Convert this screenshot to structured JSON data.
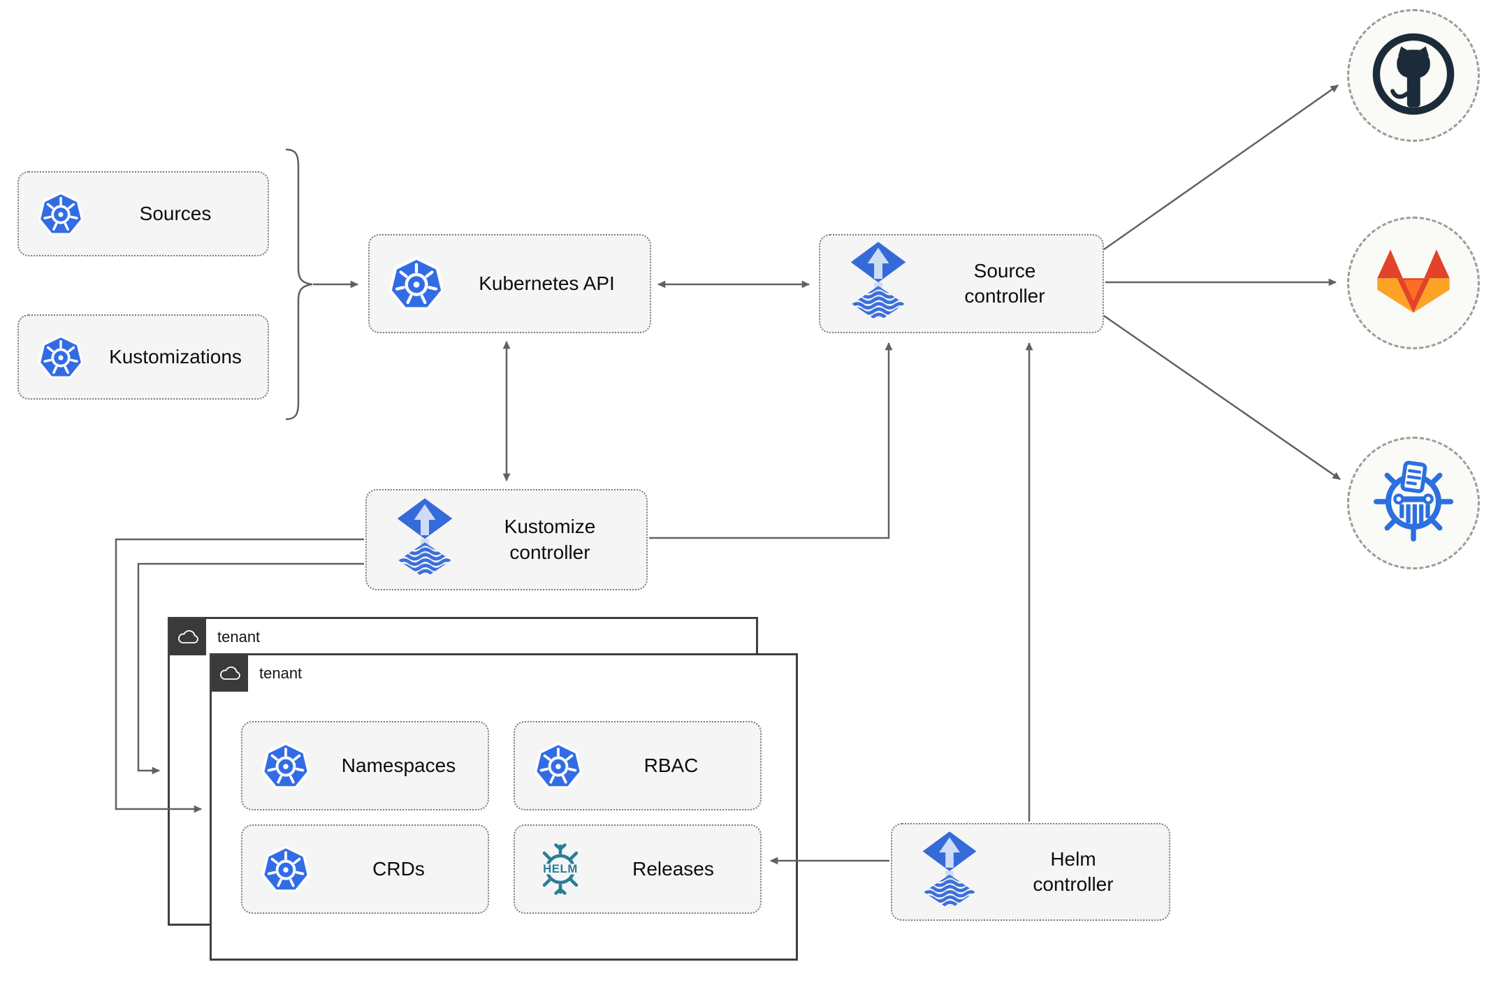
{
  "diagram": {
    "nodes": {
      "sources": {
        "label": "Sources",
        "icon": "kubernetes"
      },
      "kustomizations": {
        "label": "Kustomizations",
        "icon": "kubernetes"
      },
      "kubernetes_api": {
        "label": "Kubernetes API",
        "icon": "kubernetes"
      },
      "source_controller": {
        "label": "Source controller",
        "icon": "flux"
      },
      "kustomize_controller": {
        "label": "Kustomize controller",
        "icon": "flux"
      },
      "helm_controller": {
        "label": "Helm controller",
        "icon": "flux"
      },
      "tenant_outer": {
        "label": "tenant",
        "icon": "cloud"
      },
      "tenant_inner": {
        "label": "tenant",
        "icon": "cloud"
      },
      "namespaces": {
        "label": "Namespaces",
        "icon": "kubernetes"
      },
      "rbac": {
        "label": "RBAC",
        "icon": "kubernetes"
      },
      "crds": {
        "label": "CRDs",
        "icon": "kubernetes"
      },
      "releases": {
        "label": "Releases",
        "icon": "helm"
      },
      "github": {
        "icon": "github"
      },
      "gitlab": {
        "icon": "gitlab"
      },
      "chart_repository": {
        "icon": "chart-repository"
      }
    },
    "releases_logo_text": "HELM",
    "edges": [
      {
        "from": "sources+kustomizations",
        "to": "kubernetes_api",
        "arrow": "end"
      },
      {
        "from": "kubernetes_api",
        "to": "source_controller",
        "arrow": "both"
      },
      {
        "from": "kubernetes_api",
        "to": "kustomize_controller",
        "arrow": "both"
      },
      {
        "from": "kustomize_controller",
        "to": "source_controller",
        "arrow": "end"
      },
      {
        "from": "kustomize_controller",
        "to": "tenant_outer",
        "arrow": "end"
      },
      {
        "from": "kustomize_controller",
        "to": "tenant_inner",
        "arrow": "end"
      },
      {
        "from": "helm_controller",
        "to": "source_controller",
        "arrow": "end"
      },
      {
        "from": "helm_controller",
        "to": "releases",
        "arrow": "end"
      },
      {
        "from": "source_controller",
        "to": "github",
        "arrow": "end"
      },
      {
        "from": "source_controller",
        "to": "gitlab",
        "arrow": "end"
      },
      {
        "from": "source_controller",
        "to": "chart_repository",
        "arrow": "end"
      }
    ],
    "colors": {
      "kubernetes_blue": "#326ce5",
      "flux_blue": "#356bd8",
      "flux_light": "#cfdcf5",
      "helm_teal": "#2a7d96",
      "github_navy": "#1b2b3a",
      "gitlab_dark_orange": "#e24329",
      "gitlab_orange": "#fc6d26",
      "gitlab_yellow": "#fca326",
      "chart_repo_blue": "#2b6fe0",
      "edge_gray": "#616161",
      "node_fill": "#f5f5f5",
      "tenant_border": "#3f3f3f"
    }
  }
}
